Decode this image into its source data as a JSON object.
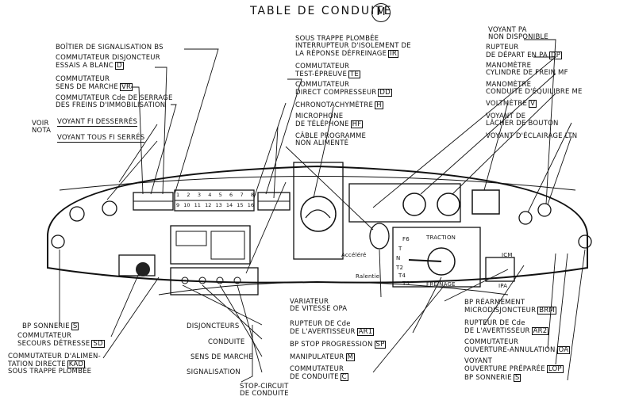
{
  "title": "TABLE DE CONDUITE",
  "title_badge": "M",
  "left_labels": [
    {
      "text": "BOÎTIER DE SIGNALISATION BS",
      "code": ""
    },
    {
      "text": "COMMUTATEUR DISJONCTEUR\nESSAIS A BLANC",
      "code": "D"
    },
    {
      "text": "COMMUTATEUR\nSENS DE MARCHE",
      "code": "VR"
    },
    {
      "text": "COMMUTATEUR Cde DE SERRAGE\nDES FREINS D'IMMOBILISATION",
      "code": ""
    },
    {
      "text": "VOYANT FI DESSERRÉS",
      "code": ""
    },
    {
      "text": "VOYANT TOUS FI SERRÉS",
      "code": ""
    }
  ],
  "voir_nota": "VOIR\nNOTA",
  "center_labels": [
    {
      "text": "SOUS TRAPPE PLOMBÉE\nINTERRUPTEUR D'ISOLEMENT DE\nLA RÉPONSE DÉFREINAGE",
      "code": "IR"
    },
    {
      "text": "COMMUTATEUR\nTEST-ÉPREUVE",
      "code": "TE"
    },
    {
      "text": "COMMUTATEUR\nDIRECT COMPRESSEUR",
      "code": "DD"
    },
    {
      "text": "CHRONOTACHYMÈTRE",
      "code": "H"
    },
    {
      "text": "MICROPHONE\nDE TÉLÉPHONE",
      "code": "HF"
    },
    {
      "text": "CÂBLE PROGRAMME\nNON ALIMENTÉ",
      "code": ""
    }
  ],
  "right_labels": [
    {
      "text": "VOYANT PA\nNON DISPONIBLE",
      "code": ""
    },
    {
      "text": "RUPTEUR\nDE DÉPART EN PA",
      "code": "DP"
    },
    {
      "text": "MANOMÈTRE\nCYLINDRE DE FREIN MF",
      "code": ""
    },
    {
      "text": "MANOMÈTRE\nCONDUITE D'ÉQUILIBRE ME",
      "code": ""
    },
    {
      "text": "VOLTMÈTRE",
      "code": "V"
    },
    {
      "text": "VOYANT DE\nLÂCHER DE BOUTON",
      "code": ""
    },
    {
      "text": "VOYANT D'ÉCLAIRAGE LTN",
      "code": ""
    }
  ],
  "bottom_left_labels": [
    {
      "text": "BP SONNERIE",
      "code": "S"
    },
    {
      "text": "COMMUTATEUR\nSECOURS DÉTRESSE",
      "code": "SD"
    },
    {
      "text": "COMMUTATEUR D'ALIMEN-\nTATION DIRECTE",
      "code": "KAD"
    },
    {
      "text": "SOUS TRAPPE PLOMBÉE",
      "code": ""
    }
  ],
  "bottom_center_labels": [
    {
      "text": "DISJONCTEURS",
      "code": ""
    },
    {
      "text": "CONDUITE",
      "code": ""
    },
    {
      "text": "SENS DE MARCHE",
      "code": ""
    },
    {
      "text": "SIGNALISATION",
      "code": ""
    },
    {
      "text": "STOP-CIRCUIT\nDE CONDUITE",
      "code": ""
    }
  ],
  "bottom_mid_labels": [
    {
      "text": "VARIATEUR\nDE VITESSE OPA",
      "code": ""
    },
    {
      "text": "RUPTEUR DE Cde\nDE L'AVERTISSEUR",
      "code": "AR1"
    },
    {
      "text": "BP STOP PROGRESSION",
      "code": "SP"
    },
    {
      "text": "MANIPULATEUR",
      "code": "M"
    },
    {
      "text": "COMMUTATEUR\nDE CONDUITE",
      "code": "C"
    }
  ],
  "bottom_right_labels": [
    {
      "text": "BP RÉARMEMENT\nMICRODISJONCTEUR",
      "code": "BRM"
    },
    {
      "text": "RUPTEUR DE Cde\nDE L'AVERTISSEUR",
      "code": "AR2"
    },
    {
      "text": "COMMUTATEUR\nOUVERTURE-ANNULATION",
      "code": "OA"
    },
    {
      "text": "VOYANT\nOUVERTURE PRÉPARÉE",
      "code": "LOP"
    },
    {
      "text": "BP SONNERIE",
      "code": "S"
    }
  ],
  "panel_text": {
    "traction": "TRACTION",
    "freinage": "FREINAGE",
    "icm": "ICM",
    "ipa": "IPA",
    "accelere": "Accéléré",
    "ralentie": "Ralentie",
    "marks": [
      "F6",
      "T",
      "N",
      "T2",
      "T4",
      "T5"
    ],
    "counter_top": [
      "1",
      "2",
      "3",
      "4",
      "5",
      "6",
      "7",
      "8"
    ],
    "counter_bottom": [
      "9",
      "10",
      "11",
      "12",
      "13",
      "14",
      "15",
      "16"
    ]
  }
}
